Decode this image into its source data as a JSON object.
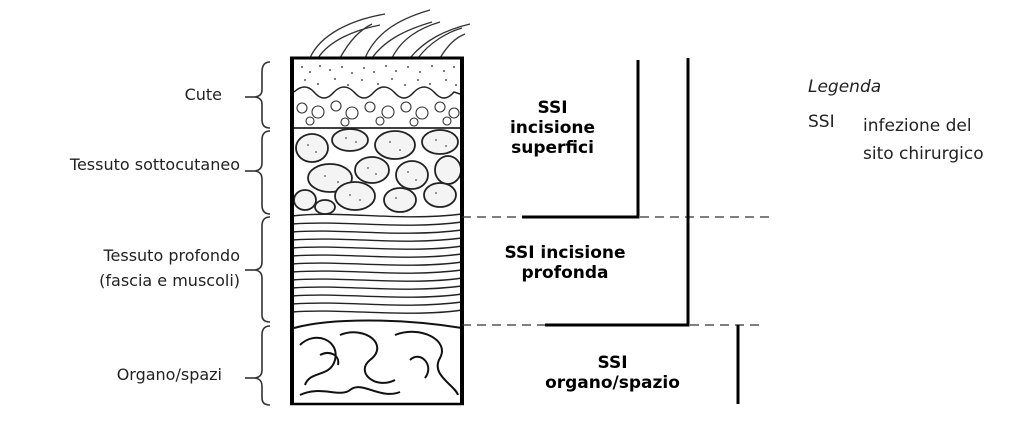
{
  "layers": {
    "skin": "Cute",
    "subcutaneous": "Tessuto sottocutaneo",
    "deep_line1": "Tessuto profondo",
    "deep_line2": "(fascia e muscoli)",
    "organ": "Organo/spazi"
  },
  "ssi": {
    "superficial_line1": "SSI",
    "superficial_line2": "incisione",
    "superficial_line3": "superfici",
    "deep_line1": "SSI incisione",
    "deep_line2": "profonda",
    "organ_line1": "SSI",
    "organ_line2": "organo/spazio"
  },
  "legend": {
    "title": "Legenda",
    "abbr": "SSI",
    "desc_line1": "infezione del",
    "desc_line2": "sito chirurgico"
  }
}
